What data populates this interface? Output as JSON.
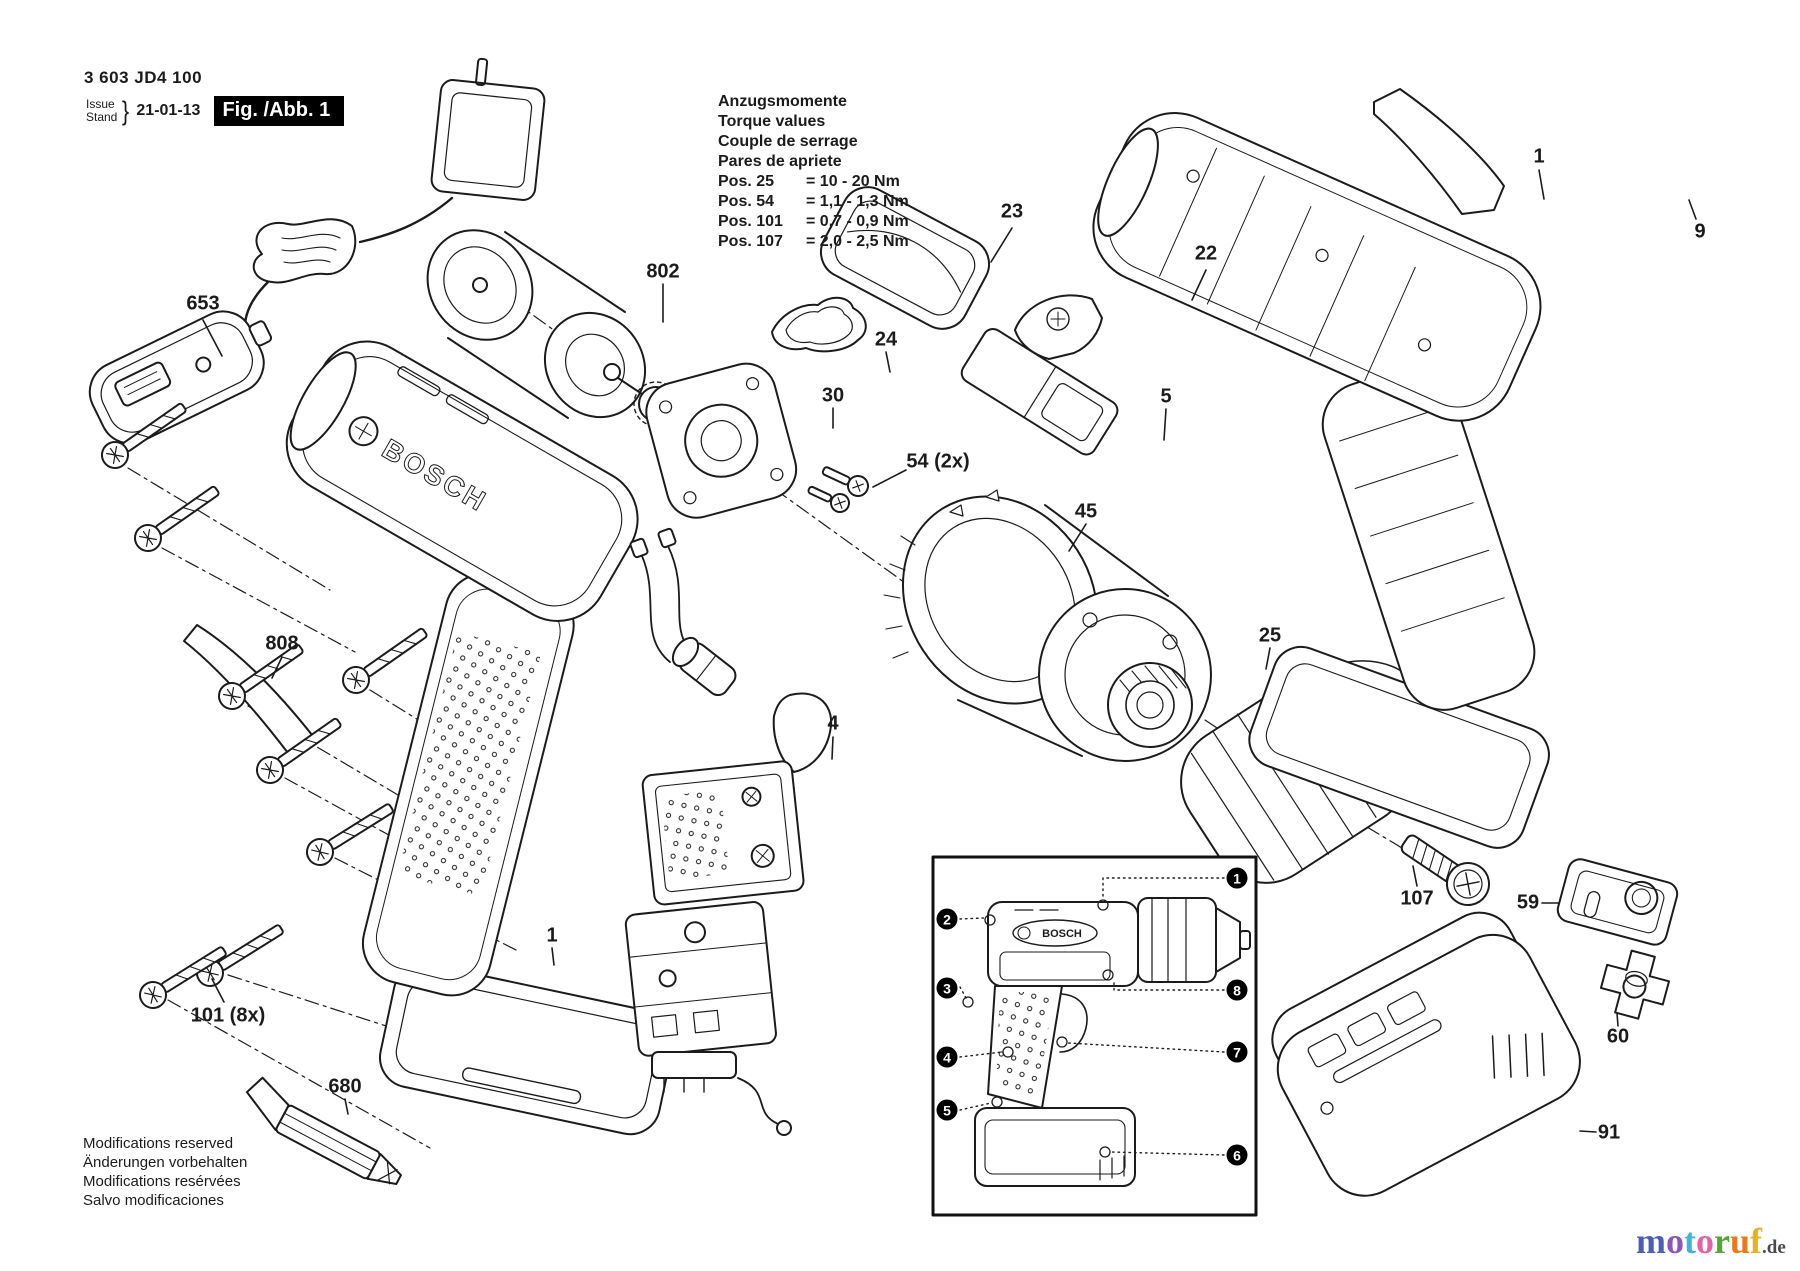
{
  "doc": {
    "part_number": "3 603 JD4 100",
    "issue_label": "Issue",
    "stand_label": "Stand",
    "brace": "}",
    "date": "21-01-13",
    "figure_label": "Fig. /Abb. 1"
  },
  "torque": {
    "heading_lines": [
      "Anzugsmomente",
      "Torque values",
      "Couple de serrage",
      "Pares de apriete"
    ],
    "entries": [
      {
        "pos": "Pos. 25",
        "value": "= 10 - 20 Nm"
      },
      {
        "pos": "Pos. 54",
        "value": "= 1,1 - 1,3 Nm"
      },
      {
        "pos": "Pos. 101",
        "value": "= 0,7 - 0,9 Nm"
      },
      {
        "pos": "Pos. 107",
        "value": "= 2,0 - 2,5 Nm"
      }
    ]
  },
  "brand": "BOSCH",
  "part_labels": [
    {
      "id": "653",
      "text": "653"
    },
    {
      "id": "802",
      "text": "802"
    },
    {
      "id": "23",
      "text": "23"
    },
    {
      "id": "24",
      "text": "24"
    },
    {
      "id": "22",
      "text": "22"
    },
    {
      "id": "30",
      "text": "30"
    },
    {
      "id": "54",
      "text": "54 (2x)"
    },
    {
      "id": "5",
      "text": "5"
    },
    {
      "id": "45",
      "text": "45"
    },
    {
      "id": "1-right",
      "text": "1"
    },
    {
      "id": "9",
      "text": "9"
    },
    {
      "id": "25",
      "text": "25"
    },
    {
      "id": "808",
      "text": "808"
    },
    {
      "id": "4",
      "text": "4"
    },
    {
      "id": "1-center",
      "text": "1"
    },
    {
      "id": "101",
      "text": "101 (8x)"
    },
    {
      "id": "680",
      "text": "680"
    },
    {
      "id": "107",
      "text": "107"
    },
    {
      "id": "59",
      "text": "59"
    },
    {
      "id": "60",
      "text": "60"
    },
    {
      "id": "91",
      "text": "91"
    }
  ],
  "inset": {
    "callouts": [
      "1",
      "2",
      "3",
      "8",
      "4",
      "7",
      "5",
      "6"
    ]
  },
  "footer": {
    "modification_lines": [
      "Modifications reserved",
      "Änderungen vorbehalten",
      "Modifications resérvées",
      "Salvo modificaciones"
    ],
    "logo": {
      "letters": [
        {
          "ch": "m",
          "color": "#4a5fb8"
        },
        {
          "ch": "o",
          "color": "#8e57b4"
        },
        {
          "ch": "t",
          "color": "#3fb6d9"
        },
        {
          "ch": "o",
          "color": "#e460a8"
        },
        {
          "ch": "r",
          "color": "#4fa833"
        },
        {
          "ch": "u",
          "color": "#e97a1c"
        },
        {
          "ch": "f",
          "color": "#e7b31c"
        }
      ],
      "suffix": ".de",
      "suffix_color": "#4a4a4a"
    }
  }
}
